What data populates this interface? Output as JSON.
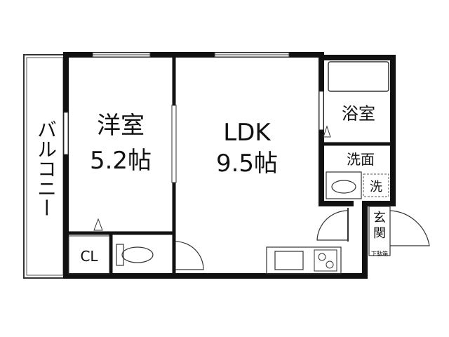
{
  "rooms": {
    "balcony": "バルコニー",
    "western_room_name": "洋室",
    "western_room_size": "5.2帖",
    "ldk_name": "LDK",
    "ldk_size": "9.5帖",
    "bathroom": "浴室",
    "washroom": "洗面",
    "washer": "洗",
    "entrance_line1": "玄",
    "entrance_line2": "関",
    "shoe_box": "下駄箱",
    "closet": "CL"
  },
  "colors": {
    "wall": "#111111",
    "line": "#333333",
    "background": "#ffffff"
  }
}
